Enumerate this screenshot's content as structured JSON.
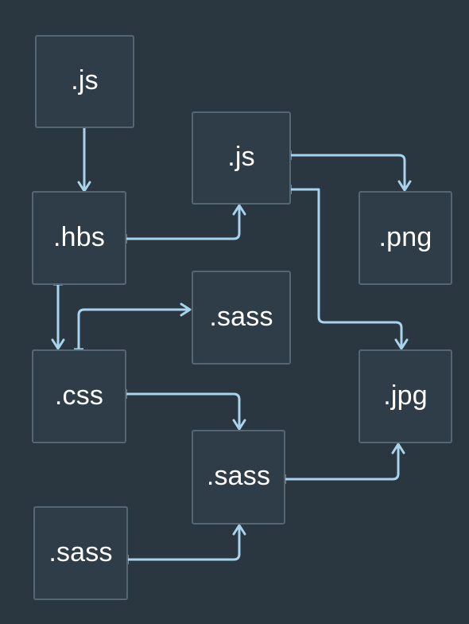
{
  "nodes": {
    "js_source": ".js",
    "js_bundle": ".js",
    "hbs": ".hbs",
    "png": ".png",
    "sass_top": ".sass",
    "css": ".css",
    "jpg": ".jpg",
    "sass_middle": ".sass",
    "sass_bottom": ".sass"
  },
  "colors": {
    "background": "#2b3740",
    "node_fill": "#2e3d47",
    "node_border": "#556773",
    "connector": "#a8d3ec",
    "text": "#ffffff"
  }
}
